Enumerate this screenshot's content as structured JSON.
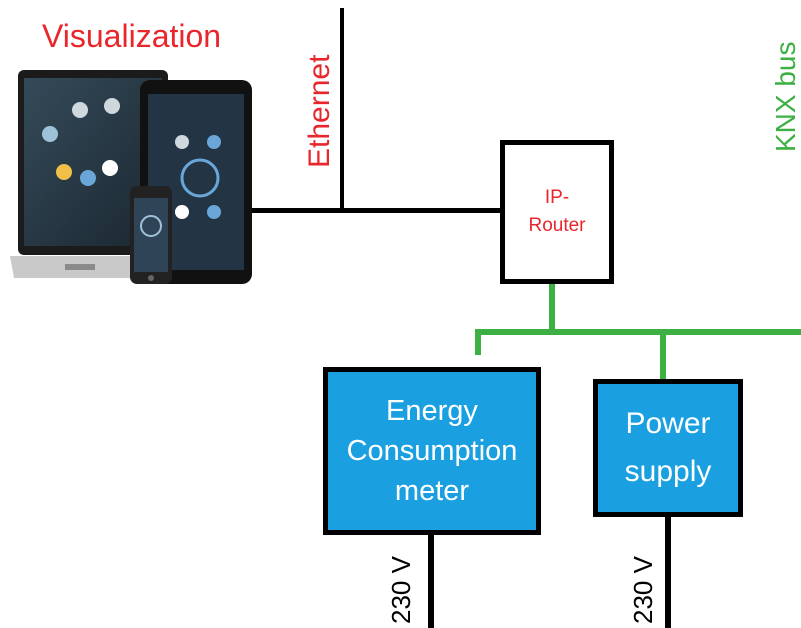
{
  "visualization": {
    "title": "Visualization",
    "devices": [
      "laptop-icon",
      "tablet-icon",
      "smartphone-icon"
    ]
  },
  "ethernet_label": "Ethernet",
  "knx_label": "KNX bus",
  "ip_router": {
    "line1": "IP-",
    "line2": "Router"
  },
  "energy_meter": {
    "line1": "Energy",
    "line2": "Consumption",
    "line3": "meter"
  },
  "power_supply": {
    "line1": "Power",
    "line2": "supply"
  },
  "voltage_left": "230 V",
  "voltage_right": "230 V",
  "colors": {
    "red_label": "#e8262b",
    "green_bus": "#3cb043",
    "device_blue": "#1a9fe0"
  }
}
